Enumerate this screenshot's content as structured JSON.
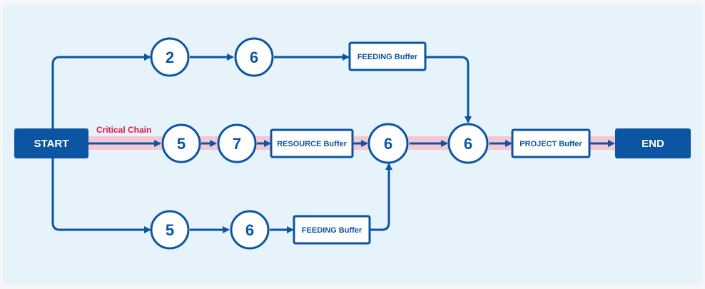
{
  "start_label": "START",
  "end_label": "END",
  "critical_chain_label": "Critical Chain",
  "top_path": {
    "task_a": "2",
    "task_b": "6",
    "buffer": "FEEDING Buffer"
  },
  "middle_path": {
    "task_a": "5",
    "task_b": "7",
    "resource_buffer": "RESOURCE Buffer",
    "task_c": "6",
    "task_d": "6",
    "project_buffer": "PROJECT Buffer"
  },
  "bottom_path": {
    "task_a": "5",
    "task_b": "6",
    "buffer": "FEEDING Buffer"
  },
  "colors": {
    "primary": "#0b55a2",
    "critical": "#e0144c",
    "highlight": "#f5c6d3",
    "panel_bg": "#e6f3fb",
    "node_fill": "#ffffff"
  }
}
